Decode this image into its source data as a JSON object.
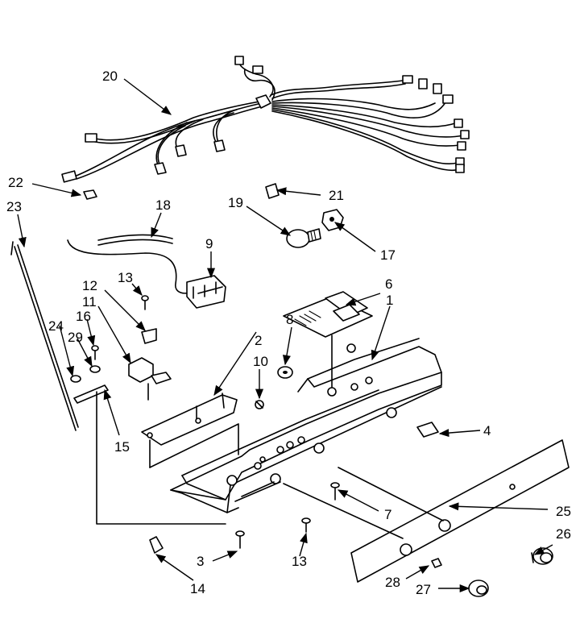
{
  "callouts": [
    {
      "id": "c1",
      "text": "1"
    },
    {
      "id": "c2",
      "text": "2"
    },
    {
      "id": "c3",
      "text": "3"
    },
    {
      "id": "c4",
      "text": "4"
    },
    {
      "id": "c6",
      "text": "6"
    },
    {
      "id": "c7",
      "text": "7"
    },
    {
      "id": "c8",
      "text": "8"
    },
    {
      "id": "c9",
      "text": "9"
    },
    {
      "id": "c10",
      "text": "10"
    },
    {
      "id": "c11",
      "text": "11"
    },
    {
      "id": "c12",
      "text": "12"
    },
    {
      "id": "c13a",
      "text": "13"
    },
    {
      "id": "c13b",
      "text": "13"
    },
    {
      "id": "c14",
      "text": "14"
    },
    {
      "id": "c15",
      "text": "15"
    },
    {
      "id": "c16",
      "text": "16"
    },
    {
      "id": "c17",
      "text": "17"
    },
    {
      "id": "c18",
      "text": "18"
    },
    {
      "id": "c19",
      "text": "19"
    },
    {
      "id": "c20",
      "text": "20"
    },
    {
      "id": "c21",
      "text": "21"
    },
    {
      "id": "c22",
      "text": "22"
    },
    {
      "id": "c23",
      "text": "23"
    },
    {
      "id": "c24",
      "text": "24"
    },
    {
      "id": "c25",
      "text": "25"
    },
    {
      "id": "c26",
      "text": "26"
    },
    {
      "id": "c27",
      "text": "27"
    },
    {
      "id": "c28",
      "text": "28"
    },
    {
      "id": "c29",
      "text": "29"
    }
  ]
}
